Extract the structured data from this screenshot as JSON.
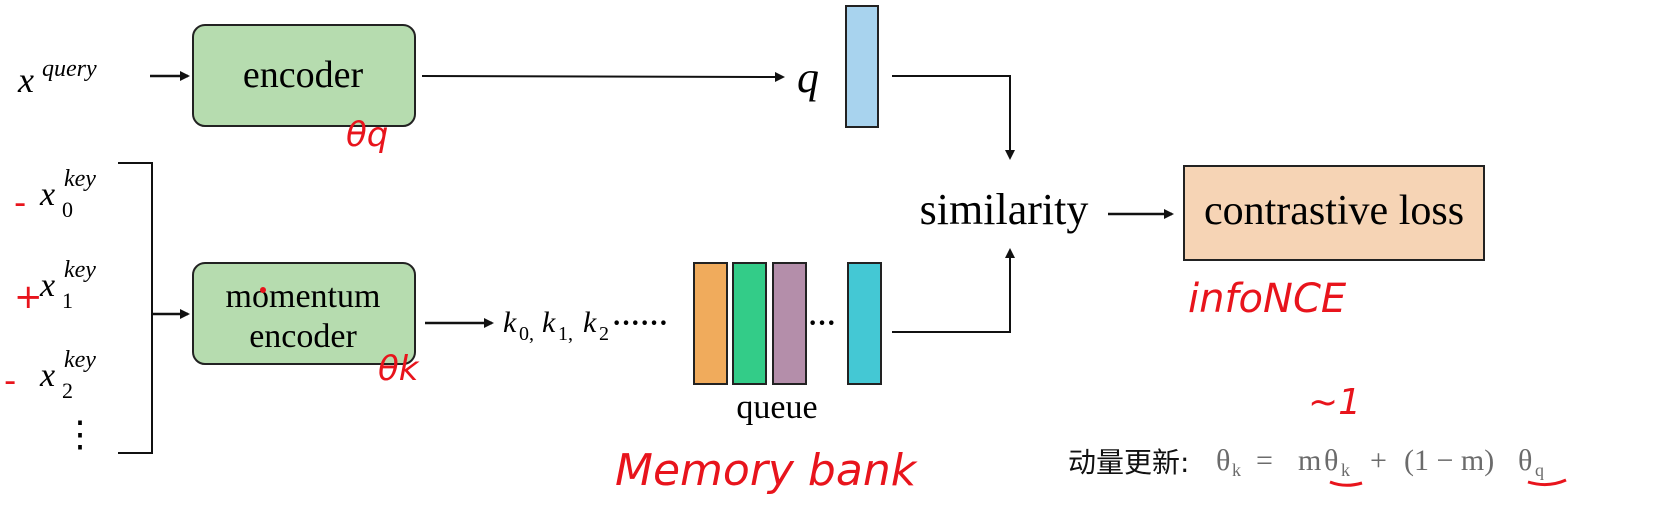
{
  "colors": {
    "encoder_fill": "#b6dcaf",
    "loss_fill": "#f6d4b5",
    "q_bar": "#a8d3ee",
    "queue_bars": [
      "#f0ab5c",
      "#33cc88",
      "#b48eaa",
      "#44c8d4"
    ],
    "annotation": "#e8141c",
    "formula_gray": "#6b6b6b"
  },
  "inputs": {
    "x_query": {
      "base": "x",
      "sup": "query"
    },
    "x_keys": [
      {
        "base": "x",
        "sub": "0",
        "sup": "key"
      },
      {
        "base": "x",
        "sub": "1",
        "sup": "key"
      },
      {
        "base": "x",
        "sub": "2",
        "sup": "key"
      }
    ],
    "vdots": "⋮"
  },
  "encoder": {
    "label": "encoder"
  },
  "momentum_encoder": {
    "line1": "momentum",
    "line2": "encoder"
  },
  "q_label": "q",
  "keys_seq": {
    "k0": "k",
    "k0_sub": "0,",
    "k1": "k",
    "k1_sub": "1,",
    "k2": "k",
    "k2_sub": "2",
    "dots": "······",
    "dots2": "···"
  },
  "queue_label": "queue",
  "similarity_label": "similarity",
  "loss_label": "contrastive loss",
  "annotations": {
    "theta_q": "θq",
    "theta_k": "θk",
    "minus0": "-",
    "plus1": "+",
    "minus2": "-",
    "infonce": "infoNCE",
    "memory_bank": "Memory bank",
    "tilde": "~1"
  },
  "formula": {
    "cn": "动量更新:",
    "theta_k": "θ",
    "k_sub": "k",
    "eq": "=",
    "m": "m",
    "theta2": "θ",
    "k_sub2": "k",
    "plus": "+",
    "paren": "(1 − m)",
    "theta3": "θ",
    "q_sub": "q"
  }
}
